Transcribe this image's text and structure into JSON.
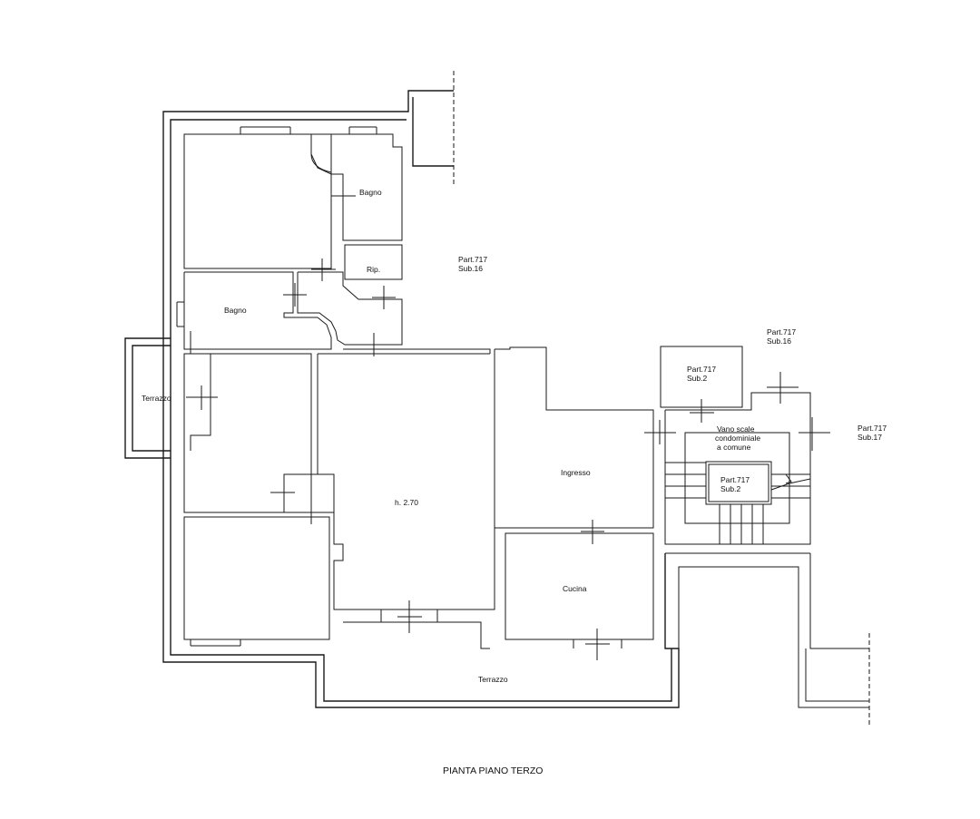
{
  "labels": {
    "bagno_1": "Bagno",
    "bagno_2": "Bagno",
    "ripostiglio": "Rip.",
    "part_top_1": "Part.717",
    "sub_top_1": "Sub.16",
    "terrazzo_left": "Terrazzo",
    "height": "h. 2.70",
    "ingresso": "Ingresso",
    "cucina": "Cucina",
    "terrazzo_bottom": "Terrazzo",
    "part_mid_1": "Part.717",
    "sub_mid_1": "Sub.2",
    "part_top_2": "Part.717",
    "sub_top_2": "Sub.16",
    "stair_line1": "Vano scale",
    "stair_line2": "condominiale",
    "stair_line3": "a comune",
    "part_right": "Part.717",
    "sub_right": "Sub.17",
    "part_stair": "Part.717",
    "sub_stair": "Sub.2"
  },
  "caption": "PIANTA PIANO TERZO"
}
